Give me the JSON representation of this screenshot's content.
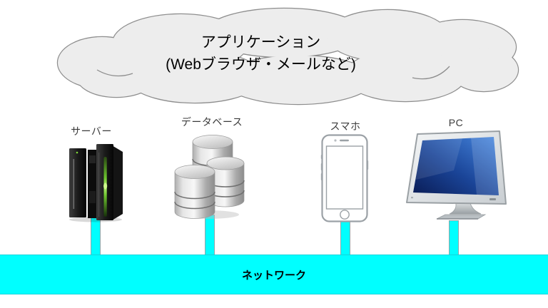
{
  "cloud": {
    "label_line1": "アプリケーション",
    "label_line2": "(Webブラウザ・メールなど)",
    "fill": "#ededed",
    "stroke": "#8d8d8d"
  },
  "devices": [
    {
      "label": "サーバー",
      "icon": "server-tower-icon"
    },
    {
      "label": "データベース",
      "icon": "database-cylinders-icon"
    },
    {
      "label": "スマホ",
      "icon": "smartphone-icon"
    },
    {
      "label": "PC",
      "icon": "desktop-monitor-icon"
    }
  ],
  "network": {
    "label": "ネットワーク",
    "fill": "#00ffff",
    "text_color": "#000000"
  },
  "connectors": {
    "color": "#00ffff",
    "count": 4
  }
}
